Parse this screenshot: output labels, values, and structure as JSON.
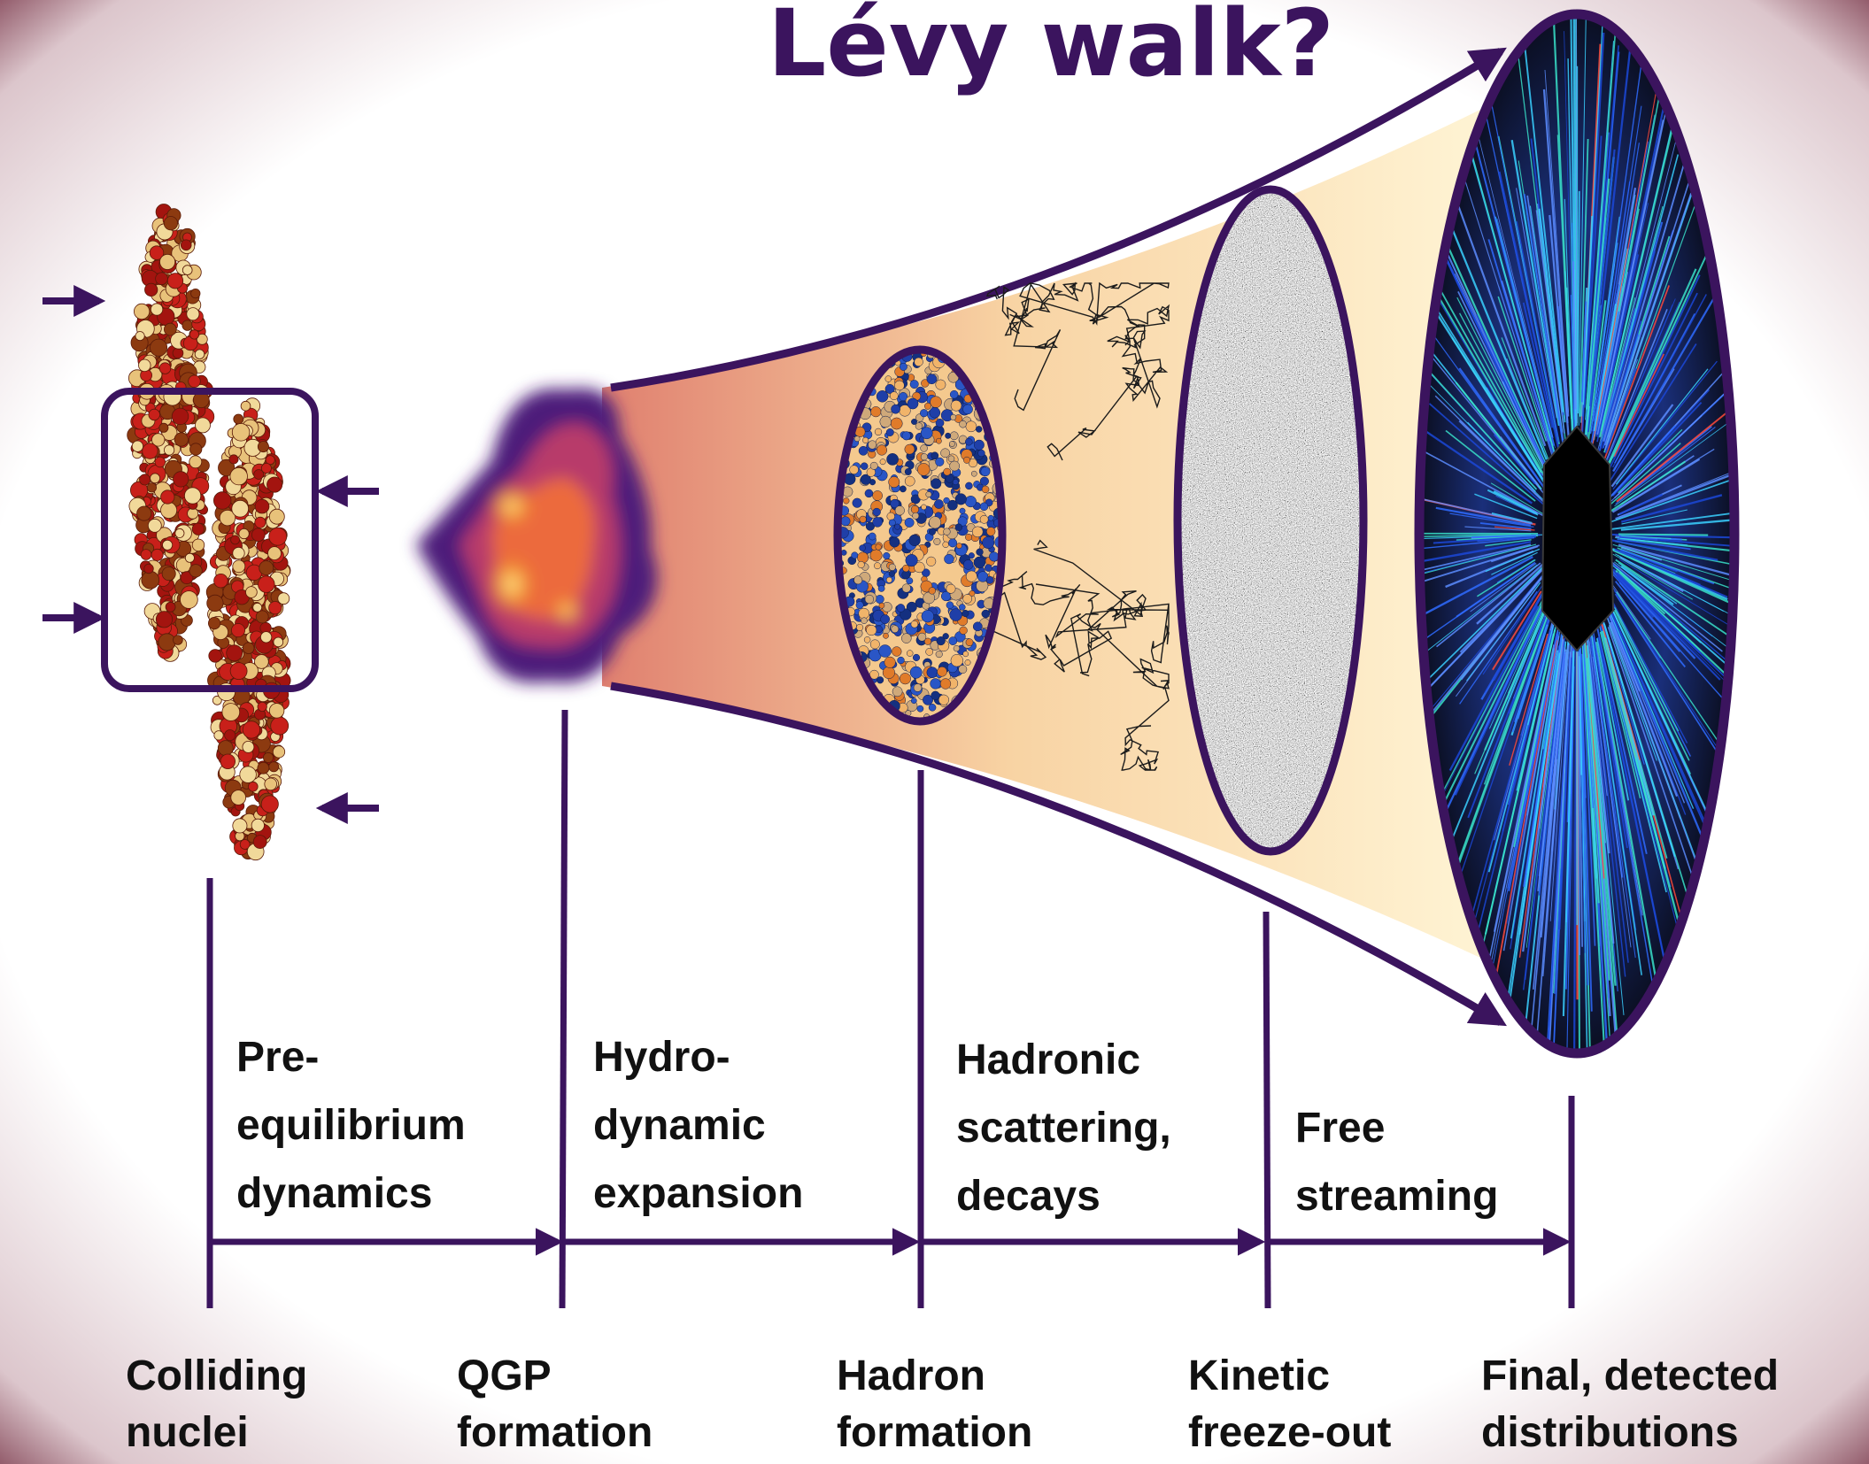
{
  "title": "Lévy walk?",
  "colors": {
    "accent": "#3b145e",
    "qgp_hot": "#ffe27a",
    "cone_start": "#e58a7a",
    "cone_end": "#fff3cf"
  },
  "stages": [
    {
      "id": "pre-equilibrium",
      "lines": [
        "Pre-",
        "equilibrium",
        "dynamics"
      ]
    },
    {
      "id": "hydrodynamic",
      "lines": [
        "Hydro-",
        "dynamic",
        "expansion"
      ]
    },
    {
      "id": "hadronic",
      "lines": [
        "Hadronic",
        "scattering,",
        "decays"
      ]
    },
    {
      "id": "free-streaming",
      "lines": [
        "Free",
        "streaming"
      ]
    }
  ],
  "milestones": [
    {
      "id": "colliding-nuclei",
      "lines": [
        "Colliding",
        "nuclei"
      ]
    },
    {
      "id": "qgp-formation",
      "lines": [
        "QGP",
        "formation"
      ]
    },
    {
      "id": "hadron-formation",
      "lines": [
        "Hadron",
        "formation"
      ]
    },
    {
      "id": "kinetic-freeze-out",
      "lines": [
        "Kinetic",
        "freeze-out"
      ]
    },
    {
      "id": "final-distributions",
      "lines": [
        "Final, detected",
        "distributions"
      ]
    }
  ],
  "icons": {
    "nuclei": "colliding-nuclei-icon",
    "qgp": "qgp-blob-icon",
    "hadrons": "hadron-cloud-icon",
    "walk": "random-walk-trajectories-icon",
    "freeze": "freeze-out-noise-icon",
    "detector": "detector-event-display-icon"
  }
}
